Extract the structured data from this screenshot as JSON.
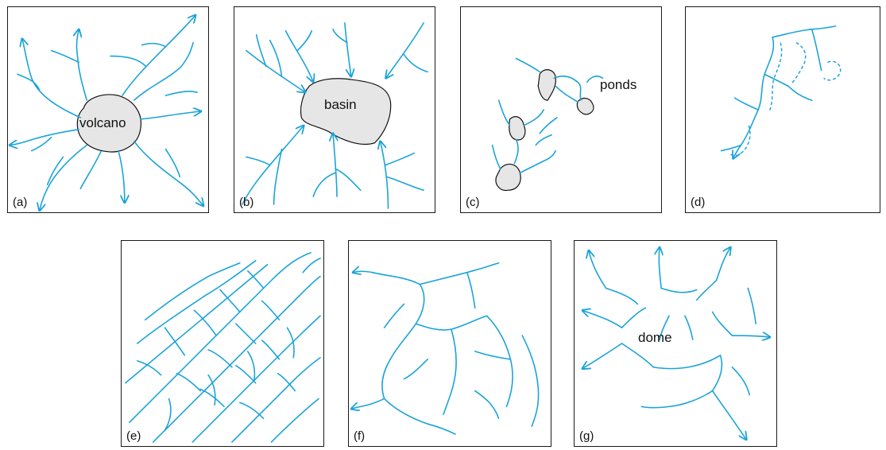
{
  "colors": {
    "stream": "#1aa3d9",
    "feature_fill": "#e6e6e6",
    "outline": "#1a1a1a"
  },
  "panels": [
    {
      "id": "a",
      "label": "(a)",
      "feature": "volcano"
    },
    {
      "id": "b",
      "label": "(b)",
      "feature": "basin"
    },
    {
      "id": "c",
      "label": "(c)",
      "feature": "ponds"
    },
    {
      "id": "d",
      "label": "(d)",
      "feature": ""
    },
    {
      "id": "e",
      "label": "(e)",
      "feature": ""
    },
    {
      "id": "f",
      "label": "(f)",
      "feature": ""
    },
    {
      "id": "g",
      "label": "(g)",
      "feature": "dome"
    }
  ]
}
